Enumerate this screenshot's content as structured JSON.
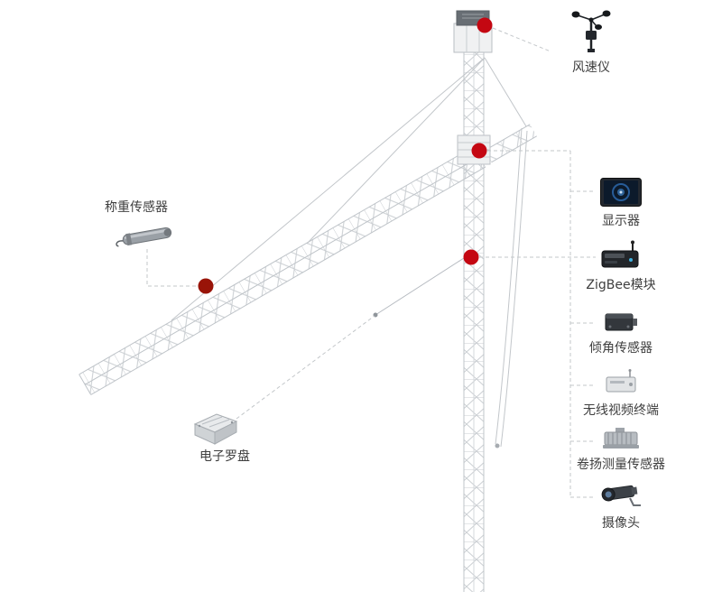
{
  "page": {
    "background": "#ffffff"
  },
  "colors": {
    "marker": "#c40712",
    "marker_dark": "#991408",
    "connector": "#c3c7ca",
    "crane": "#c5c9ce",
    "text": "#3e3e3e",
    "screen_blue": "#2e6db4"
  },
  "callouts": {
    "anemometer": {
      "label": "风速仪"
    },
    "load_sensor": {
      "label": "称重传感器"
    },
    "compass": {
      "label": "电子罗盘"
    }
  },
  "right_panel": {
    "items": [
      {
        "label": "显示器",
        "icon": "monitor-icon"
      },
      {
        "label": "ZigBee模块",
        "icon": "zigbee-module-icon"
      },
      {
        "label": "倾角传感器",
        "icon": "tilt-sensor-icon"
      },
      {
        "label": "无线视频终端",
        "icon": "wireless-video-icon"
      },
      {
        "label": "卷扬测量传感器",
        "icon": "hoist-sensor-icon"
      },
      {
        "label": "摄像头",
        "icon": "camera-icon"
      }
    ]
  }
}
